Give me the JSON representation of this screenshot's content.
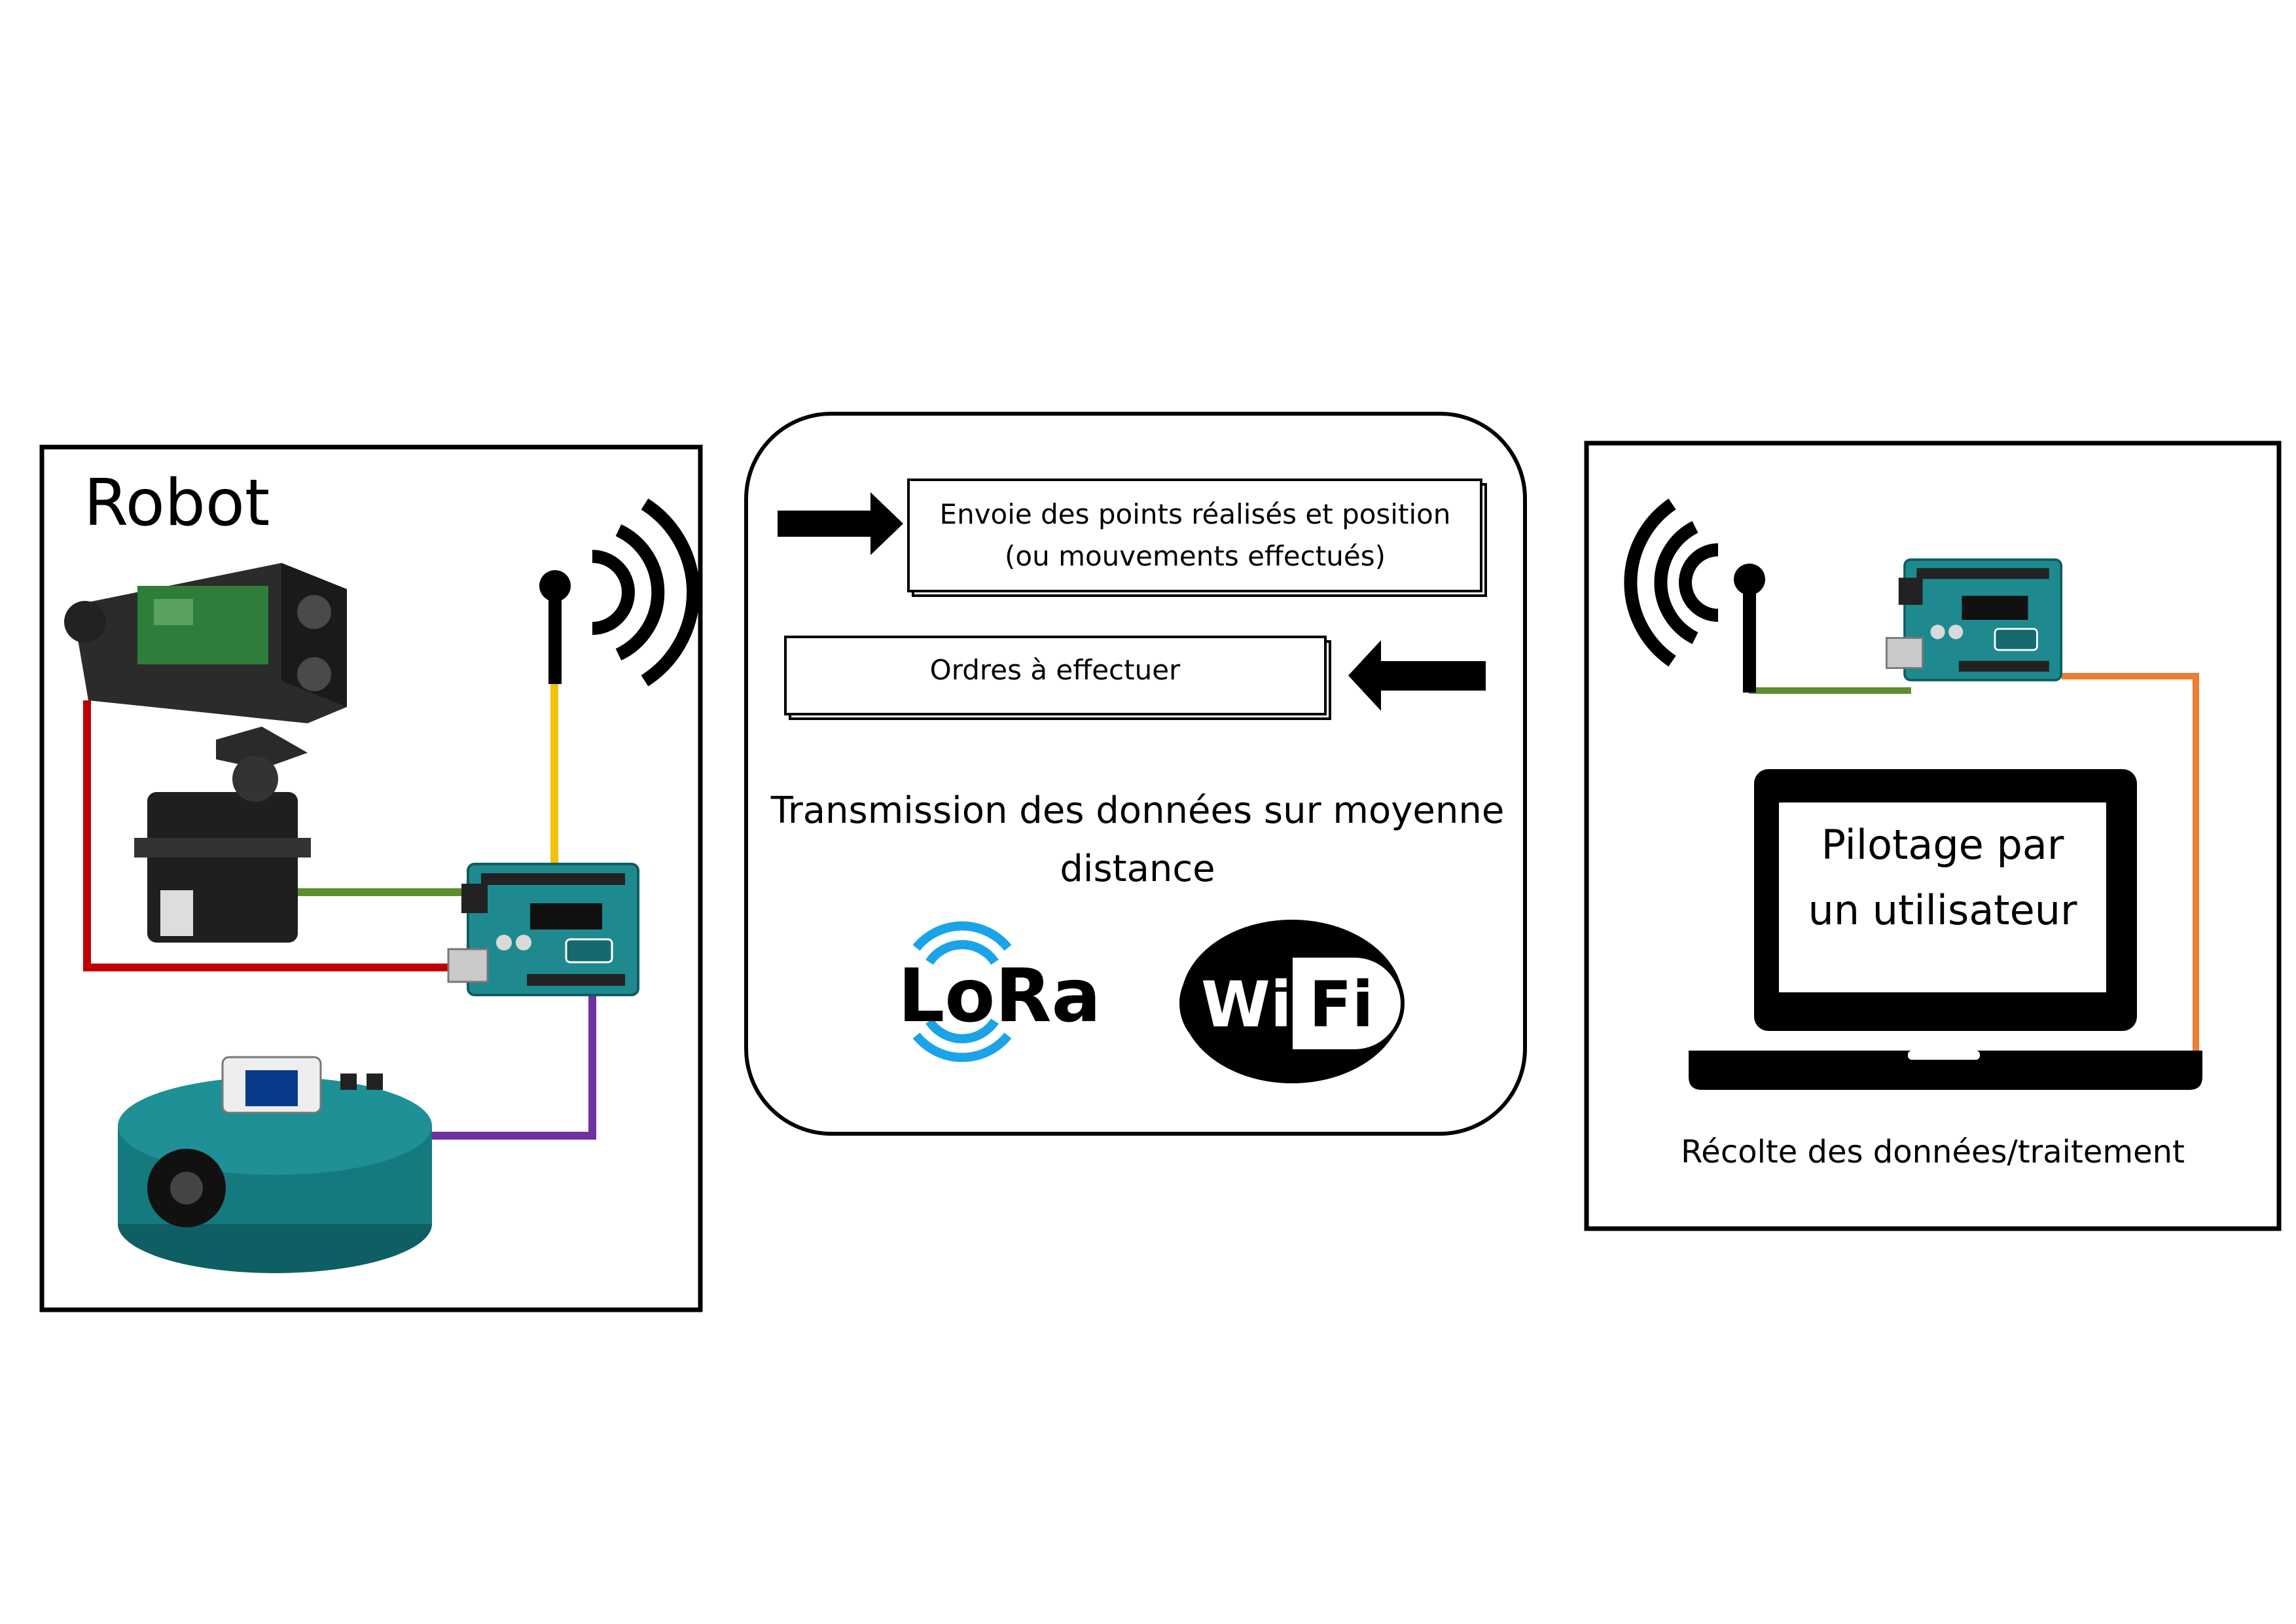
{
  "robot_panel": {
    "title": "Robot"
  },
  "transmission_panel": {
    "message_out": [
      "Envoie des points réalisés et position",
      "(ou mouvements effectués)"
    ],
    "message_in": "Ordres à effectuer",
    "caption": [
      "Transmission des données sur moyenne",
      "distance"
    ],
    "lora_logo": "LoRa",
    "wifi_logo_left": "Wi",
    "wifi_logo_right": "Fi"
  },
  "user_panel": {
    "screen_text": [
      "Pilotage par",
      "un utilisateur"
    ],
    "caption": "Récolte des données/traitement"
  },
  "colors": {
    "wire_red": "#c00000",
    "wire_green": "#5b8f2e",
    "wire_yellow": "#f2c20a",
    "wire_purple": "#7030a0",
    "wire_orange": "#ed7d31",
    "arduino_teal": "#1e8a8f",
    "lora_blue": "#1aa3e8"
  },
  "icons": [
    "lidar-sensor-icon",
    "servo-motor-icon",
    "arduino-board-icon",
    "robot-platform-icon",
    "antenna-icon",
    "laptop-icon",
    "arrow-right-icon",
    "arrow-left-icon"
  ]
}
